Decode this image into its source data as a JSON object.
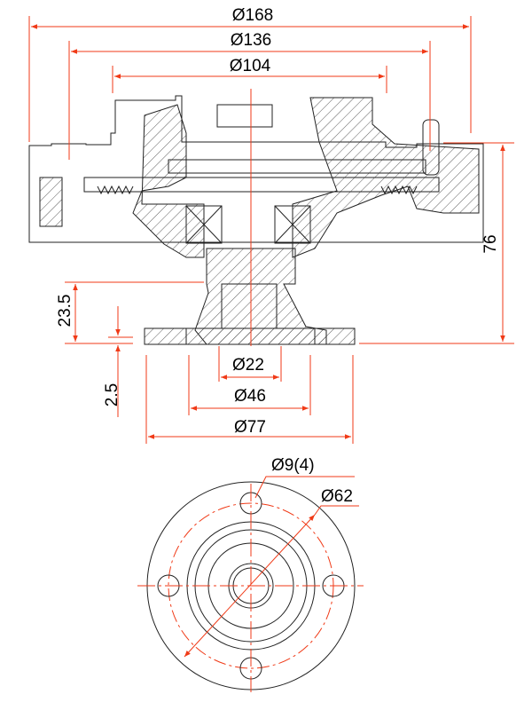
{
  "dimensions": {
    "d168": "Ø168",
    "d136": "Ø136",
    "d104": "Ø104",
    "h76": "76",
    "h23_5": "23.5",
    "h2_5": "2.5",
    "d22": "Ø22",
    "d46": "Ø46",
    "d77": "Ø77",
    "holes": "Ø9(4)",
    "pcd": "Ø62"
  },
  "colors": {
    "dimension": "#f03a17",
    "outline": "#222222"
  }
}
